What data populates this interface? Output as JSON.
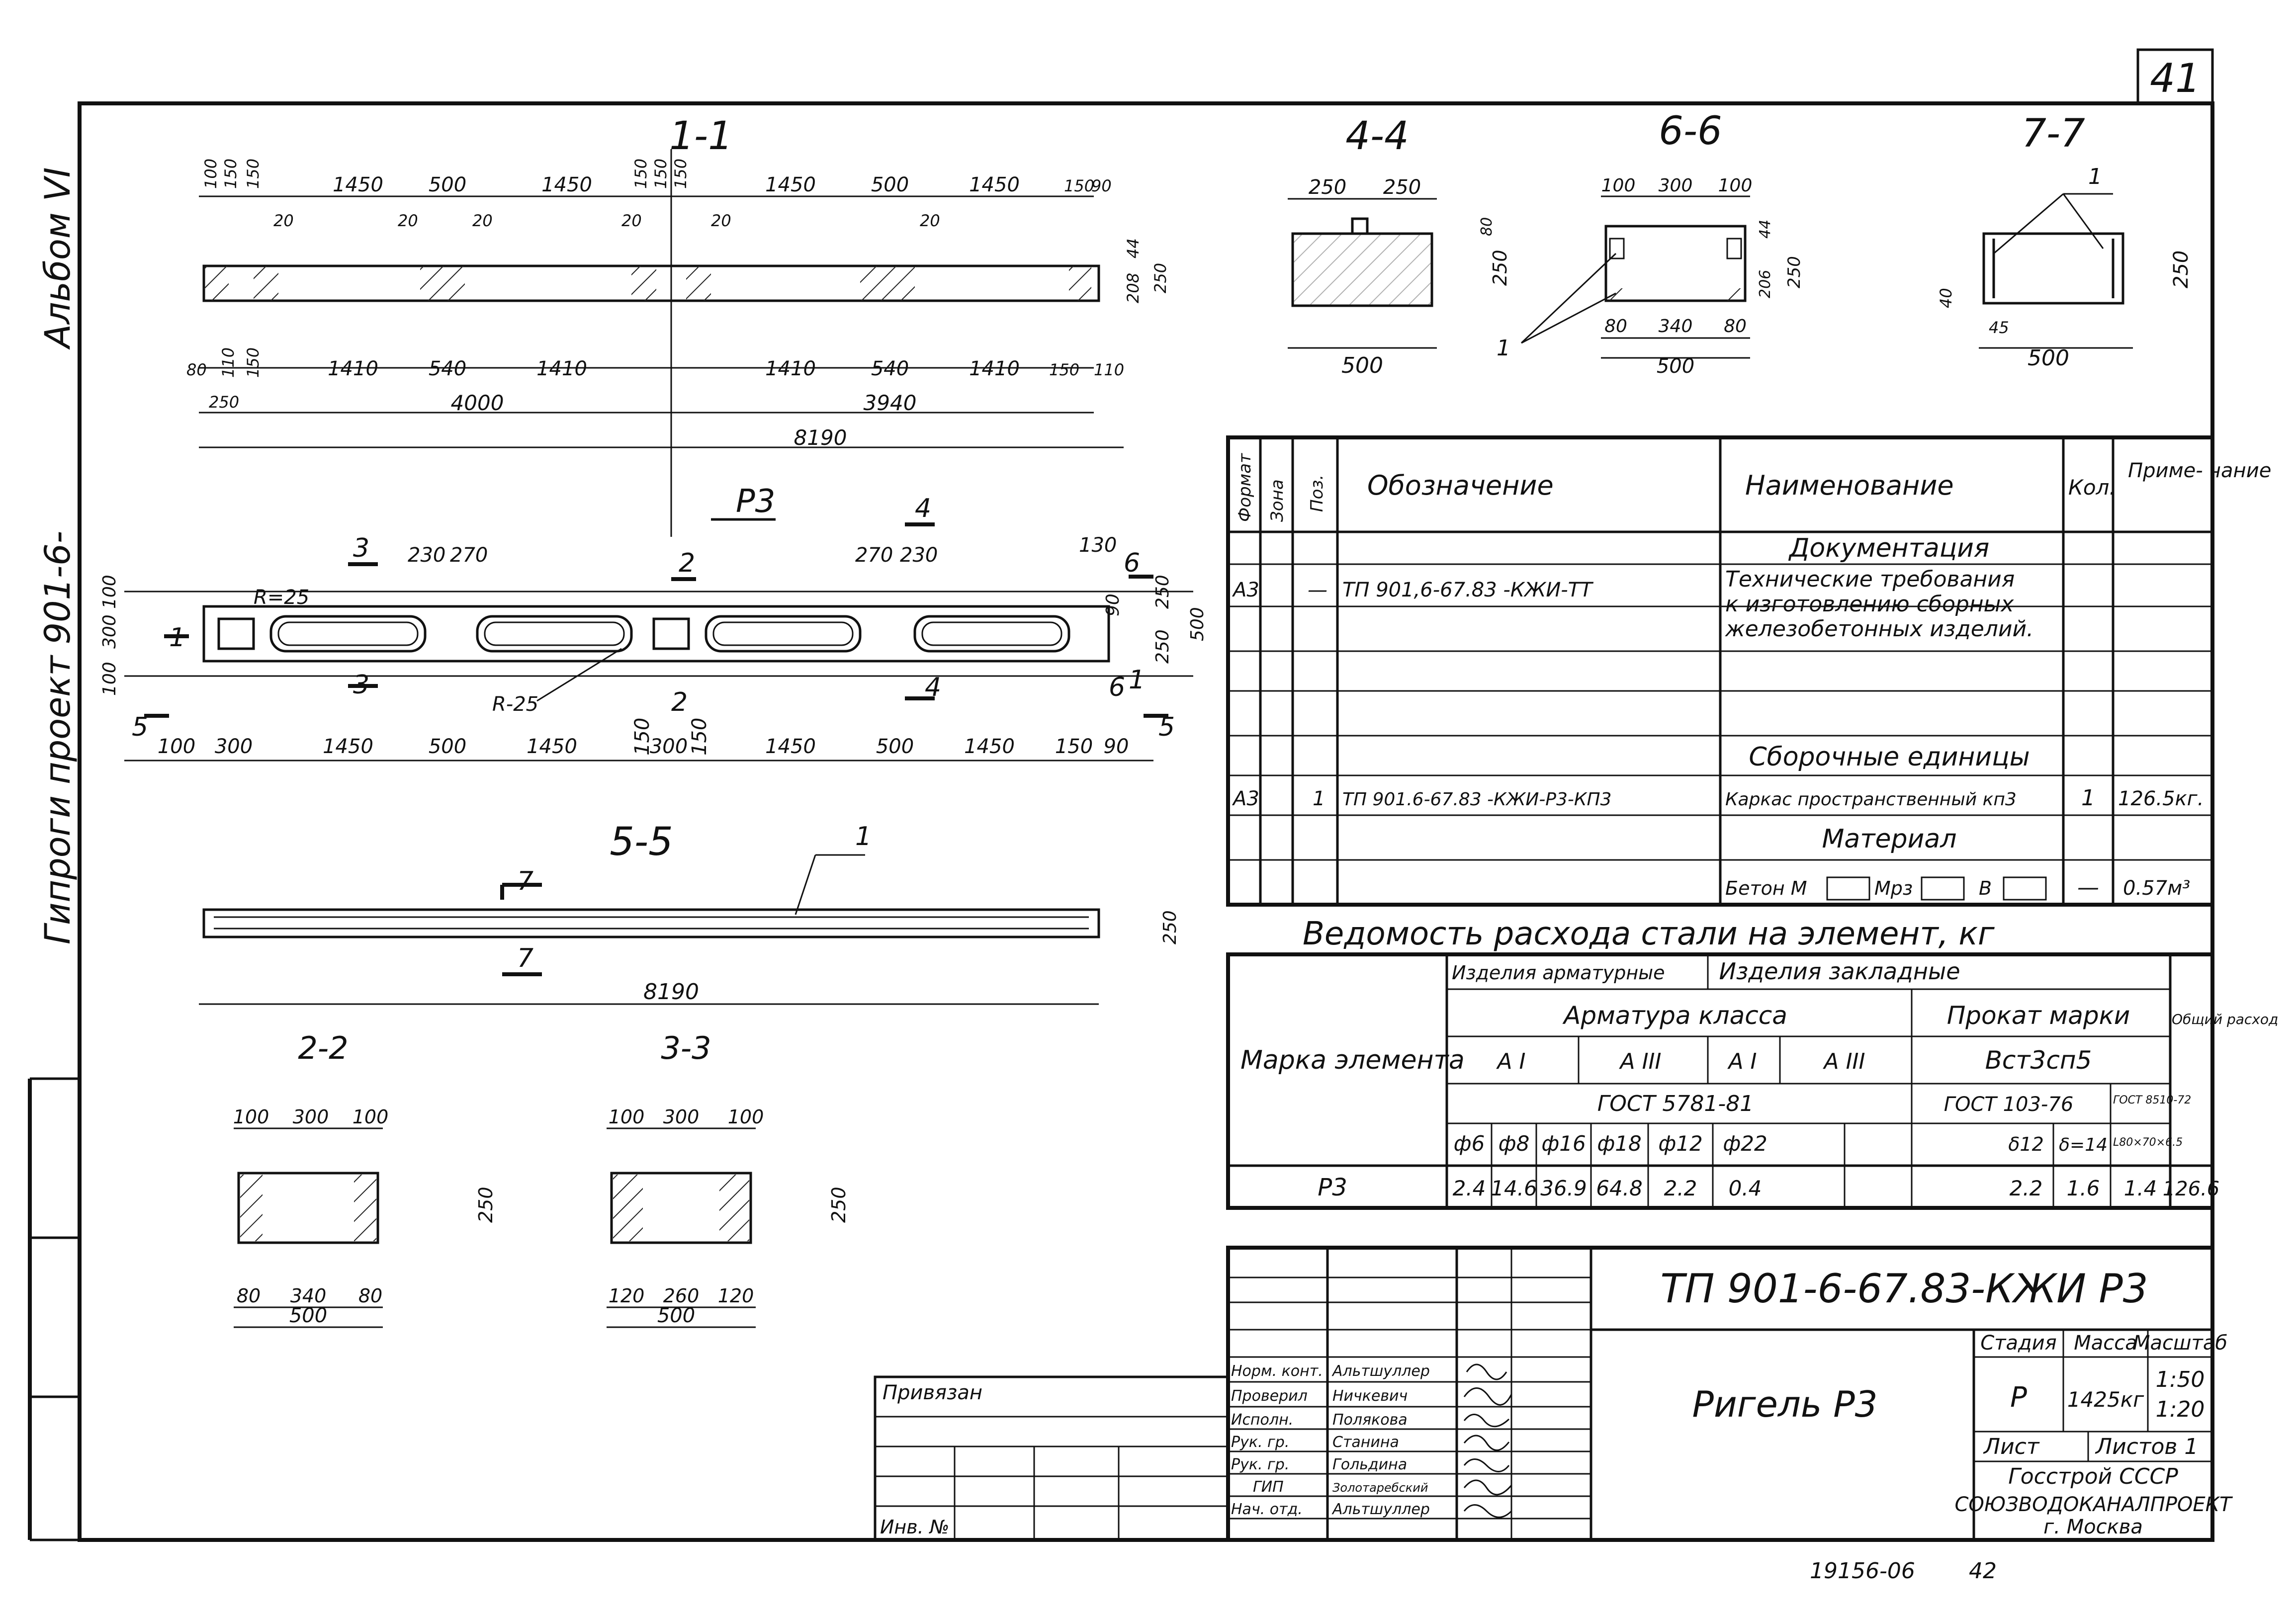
{
  "sheet": {
    "number": "41",
    "album": "Альбом VI",
    "project": "Гипроги проект 901-6-",
    "archive_number": "19156-06",
    "archive_page": "42"
  },
  "sections": {
    "s11": {
      "title": "1-1",
      "top_dims": [
        "1450",
        "500",
        "1450",
        "1450",
        "500",
        "1450"
      ],
      "bottom_dims": [
        "1410",
        "540",
        "1410",
        "1410",
        "540",
        "1410"
      ],
      "total_left": "4000",
      "total_right": "3940",
      "total_overall": "8190",
      "edge_dims": [
        "100",
        "150",
        "150",
        "150",
        "150",
        "150",
        "150",
        "90",
        "20",
        "20",
        "20",
        "20",
        "20",
        "20",
        "110",
        "150",
        "110",
        "150",
        "80",
        "250",
        "44",
        "208",
        "250"
      ]
    },
    "plan": {
      "title": "Р3",
      "bottom_dims": [
        "100",
        "300",
        "1450",
        "500",
        "1450",
        "150",
        "300",
        "150",
        "1450",
        "500",
        "1450",
        "150",
        "90"
      ],
      "side_dims": [
        "100",
        "300",
        "100"
      ],
      "right_dims": [
        "90",
        "250",
        "250",
        "500"
      ],
      "labels": [
        "R=25",
        "R-25",
        "230",
        "270",
        "270",
        "230",
        "130",
        "3",
        "3",
        "2",
        "2",
        "4",
        "4",
        "6",
        "6",
        "1",
        "1",
        "5",
        "5"
      ]
    },
    "s55": {
      "title": "5-5",
      "length": "8190",
      "height": "250",
      "mark": "1",
      "cut": "7"
    },
    "s44": {
      "title": "4-4",
      "top_dims": [
        "250",
        "250"
      ],
      "width": "500",
      "height": "250",
      "top": "80"
    },
    "s66": {
      "title": "6-6",
      "top_dims": [
        "100",
        "300",
        "100"
      ],
      "bottom_dims": [
        "80",
        "340",
        "80"
      ],
      "width": "500",
      "right_dims": [
        "44",
        "206",
        "250"
      ],
      "mark": "1"
    },
    "s77": {
      "title": "7-7",
      "height": "250",
      "width": "500",
      "dims": [
        "40",
        "45"
      ],
      "mark": "1"
    },
    "s22": {
      "title": "2-2",
      "top_dims": [
        "100",
        "300",
        "100"
      ],
      "bottom_dims": [
        "80",
        "340",
        "80"
      ],
      "width": "500",
      "height": "250"
    },
    "s33": {
      "title": "3-3",
      "top_dims": [
        "100",
        "300",
        "100"
      ],
      "bottom_dims": [
        "120",
        "260",
        "120"
      ],
      "width": "500",
      "height": "250"
    }
  },
  "spec": {
    "headers": {
      "format": "Формат",
      "zone": "Зона",
      "pos": "Поз.",
      "designation": "Обозначение",
      "name": "Наименование",
      "qty": "Кол.",
      "note": "Приме-\nчание"
    },
    "group_docs": "Документация",
    "row1": {
      "format": "А3",
      "pos": "—",
      "designation": "ТП 901,6-67.83 -КЖИ-ТТ",
      "name": [
        "Технические требования",
        "к изготовлению сборных",
        "железобетонных изделий."
      ]
    },
    "group_units": "Сборочные единицы",
    "row2": {
      "format": "А3",
      "pos": "1",
      "designation": "ТП 901.6-67.83 -КЖИ-Р3-КП3",
      "name": "Каркас пространственный кп3",
      "qty": "1",
      "note": "126.5кг."
    },
    "group_material": "Материал",
    "row3": {
      "name": "Бетон М",
      "mrz": "Мрз",
      "w": "В",
      "qty": "—",
      "note": "0.57м³"
    }
  },
  "steel": {
    "title": "Ведомость расхода стали на элемент, кг",
    "col_mark": "Марка элемента",
    "h_arm": "Изделия арматурные",
    "h_emb": "Изделия закладные",
    "h_class": "Арматура класса",
    "h_rolled": "Прокат марки",
    "h_total": "Общий расход",
    "classes": [
      "A I",
      "A III",
      "A I",
      "A III"
    ],
    "steel_grade": "Вст3сп5",
    "gost_arm": "ГОСТ 5781-81",
    "gost_rolled": "ГОСТ 103-76",
    "gost_small": "ГОСТ 8510-72",
    "angle": "L80×70×6.5",
    "diams": [
      "ф6",
      "ф8",
      "ф16",
      "ф18",
      "ф12",
      "ф22"
    ],
    "plates": [
      "δ12",
      "δ=14"
    ],
    "row_mark": "Р3",
    "values": [
      "2.4",
      "14.6",
      "36.9",
      "64.8",
      "2.2",
      "0.4",
      "2.2",
      "1.6",
      "1.4",
      "126.6"
    ]
  },
  "stamp": {
    "code": "ТП 901-6-67.83-КЖИ Р3",
    "title": "Ригель Р3",
    "stage_h": "Стадия",
    "mass_h": "Масса",
    "scale_h": "Масштаб",
    "stage": "Р",
    "mass": "1425кг",
    "scale": [
      "1:50",
      "1:20"
    ],
    "sheet": "Лист",
    "sheets": "Листов 1",
    "org": [
      "Госстрой СССР",
      "СОЮЗВОДОКАНАЛПРОЕКТ",
      "г. Москва"
    ],
    "bound": "Привязан",
    "inv": "Инв. №",
    "roles": [
      "Норм. конт.",
      "Проверил",
      "Исполн.",
      "Рук. гр.",
      "Рук. гр.",
      "ГИП",
      "Нач. отд."
    ],
    "names": [
      "Альтшуллер",
      "Ничкевич",
      "Полякова",
      "Станина",
      "Гольдина",
      "Золотаребский",
      "Альтшуллер"
    ]
  }
}
